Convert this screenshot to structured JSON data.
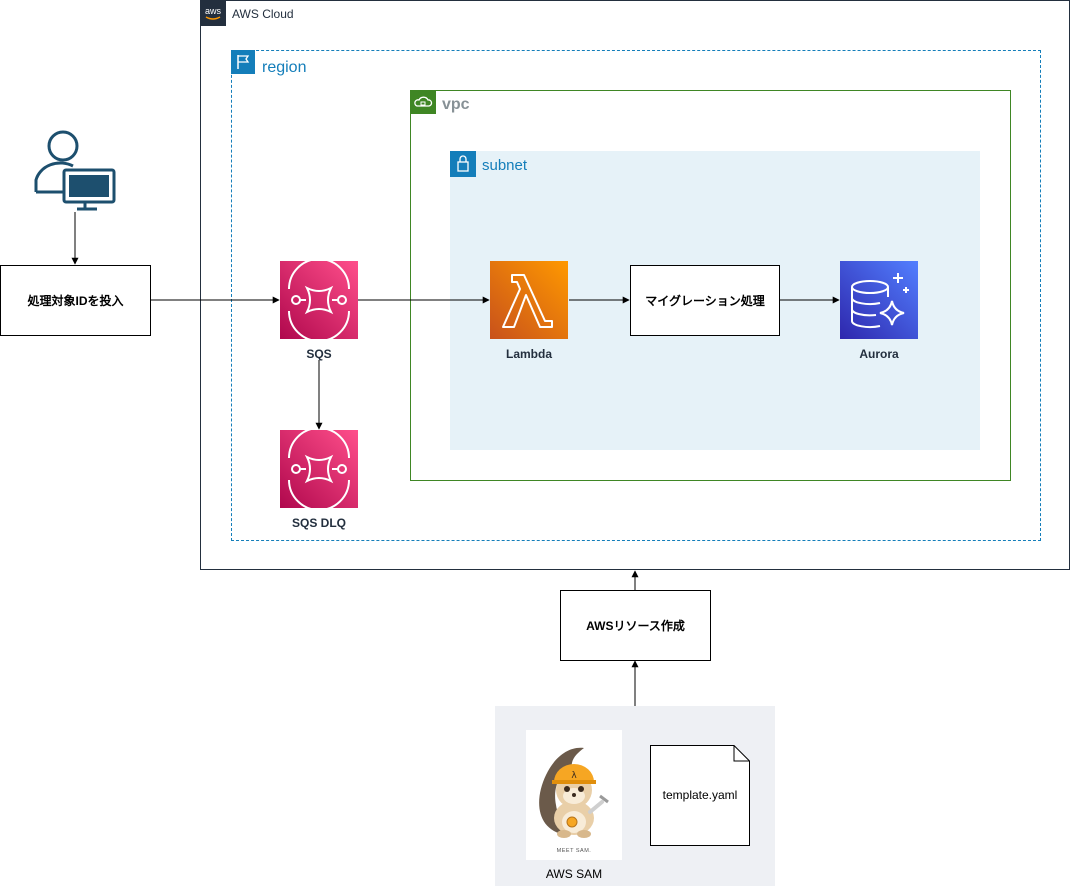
{
  "groups": {
    "aws_cloud": "AWS Cloud",
    "aws_logo": "aws",
    "region": "region",
    "vpc": "vpc",
    "subnet": "subnet"
  },
  "nodes": {
    "input_box": "処理対象IDを投入",
    "sqs": "SQS",
    "sqs_dlq": "SQS DLQ",
    "lambda": "Lambda",
    "migration_box": "マイグレーション処理",
    "aurora": "Aurora",
    "create_box": "AWSリソース作成",
    "aws_sam": "AWS SAM",
    "sam_mascot_caption": "MEET SAM.",
    "template_file": "template.yaml"
  },
  "colors": {
    "sqs": "#e7157b",
    "lambda": "#ed7100",
    "aurora": "#3b48cc",
    "vpc_border": "#3f8624",
    "region_border": "#147eba",
    "subnet_fill": "#e6f2f8",
    "user_icon": "#1d4f6e"
  }
}
